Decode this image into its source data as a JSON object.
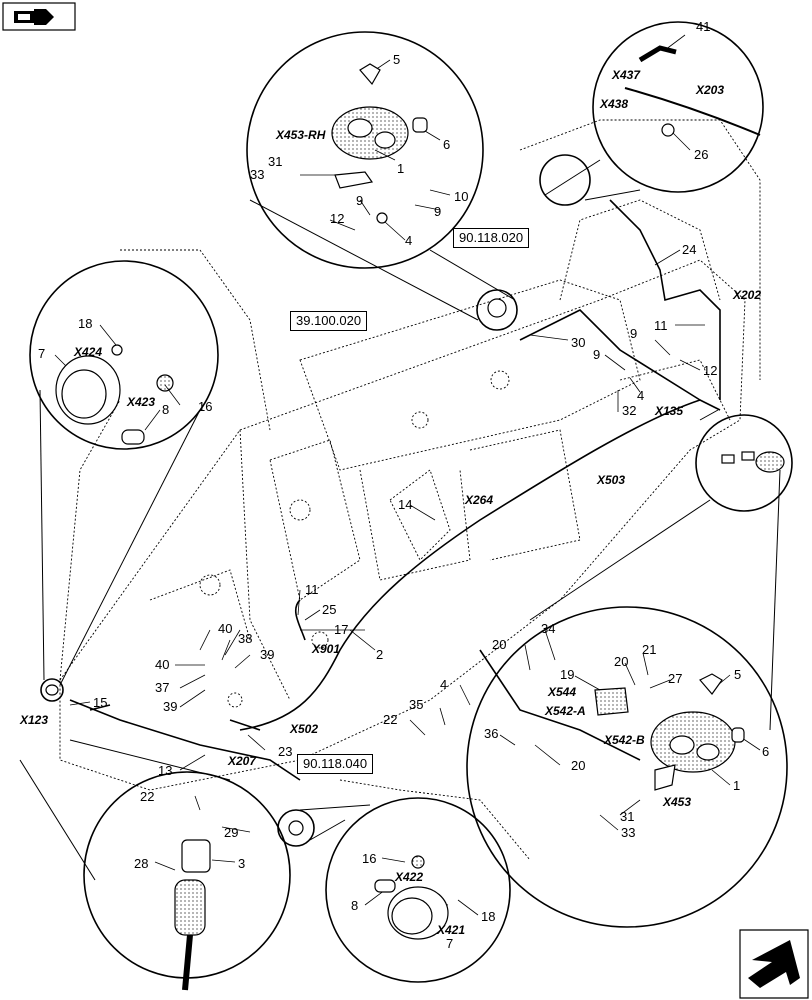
{
  "references": [
    "39.100.020",
    "90.118.020",
    "90.118.040"
  ],
  "connectors": [
    "X453-RH",
    "X437",
    "X438",
    "X203",
    "X202",
    "X424",
    "X423",
    "X135",
    "X503",
    "X264",
    "X901",
    "X502",
    "X207",
    "X123",
    "X544",
    "X542-A",
    "X542-B",
    "X453",
    "X422",
    "X421"
  ],
  "item_numbers": {
    "n1": "1",
    "n2": "2",
    "n3": "3",
    "n4": "4",
    "n5": "5",
    "n6": "6",
    "n7": "7",
    "n8": "8",
    "n9": "9",
    "n10": "10",
    "n11": "11",
    "n12": "12",
    "n13": "13",
    "n14": "14",
    "n15": "15",
    "n16": "16",
    "n17": "17",
    "n18": "18",
    "n19": "19",
    "n20": "20",
    "n21": "21",
    "n22": "22",
    "n23": "23",
    "n24": "24",
    "n25": "25",
    "n26": "26",
    "n27": "27",
    "n28": "28",
    "n29": "29",
    "n30": "30",
    "n31": "31",
    "n32": "32",
    "n33": "33",
    "n34": "34",
    "n35": "35",
    "n36": "36",
    "n37": "37",
    "n38": "38",
    "n39": "39",
    "n40": "40",
    "n41": "41"
  },
  "icons": {
    "top_left": "book-arrow-icon",
    "bottom_right": "next-page-arrow-icon"
  }
}
